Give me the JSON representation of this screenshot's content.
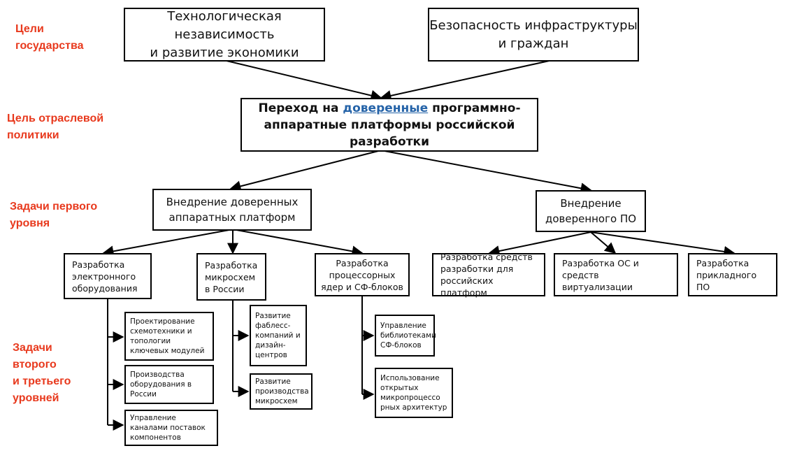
{
  "labels": {
    "goals_state": [
      "Цели",
      "государства"
    ],
    "goal_policy": [
      "Цель отраслевой",
      "политики"
    ],
    "tasks_first": [
      "Задачи первого",
      "уровня"
    ],
    "tasks_second": [
      "Задачи",
      "второго",
      "и третьего",
      "уровней"
    ]
  },
  "top": {
    "independence": [
      "Технологическая независимость",
      "и развитие экономики"
    ],
    "security": [
      "Безопасность инфраструктуры",
      "и граждан"
    ]
  },
  "center": {
    "prefix": "Переход на ",
    "link_word": "доверенные",
    "line1_rest": " программно-",
    "line2": "аппаратные платформы российской",
    "line3": "разработки"
  },
  "level1": {
    "hardware": [
      "Внедрение доверенных",
      "аппаратных платформ"
    ],
    "software": [
      "Внедрение",
      "доверенного ПО"
    ]
  },
  "level2": {
    "electronics": [
      "Разработка",
      "электронного",
      "оборудования"
    ],
    "chips": [
      "Разработка",
      "микросхем",
      "в России"
    ],
    "cores": [
      "Разработка",
      "процессорных",
      "ядер и СФ-блоков"
    ],
    "dev_tools": [
      "Разработка средств",
      "разработки для",
      "российских платформ"
    ],
    "os_virt": [
      "Разработка ОС и средств",
      "виртуализации"
    ],
    "apps": [
      "Разработка",
      "прикладного ПО"
    ]
  },
  "level3": {
    "circuit_design": [
      "Проектирование",
      "схемотехники и",
      "топологии",
      "ключевых модулей"
    ],
    "equipment_production": [
      "Производства",
      "оборудования в",
      "России"
    ],
    "supply_management": [
      "Управление",
      "каналами поставок",
      "компонентов"
    ],
    "fabless": [
      "Развитие",
      "фаблесс-",
      "компаний и",
      "дизайн-",
      "центров"
    ],
    "chip_production": [
      "Развитие",
      "производства",
      "микросхем"
    ],
    "ip_libraries": [
      "Управление",
      "библиотеками",
      "СФ-блоков"
    ],
    "open_architectures": [
      "Использование",
      "открытых",
      "микропроцессо",
      "рных архитектур"
    ]
  },
  "colors": {
    "label": "#e8391d",
    "link": "#2563a8",
    "line": "#000000"
  }
}
